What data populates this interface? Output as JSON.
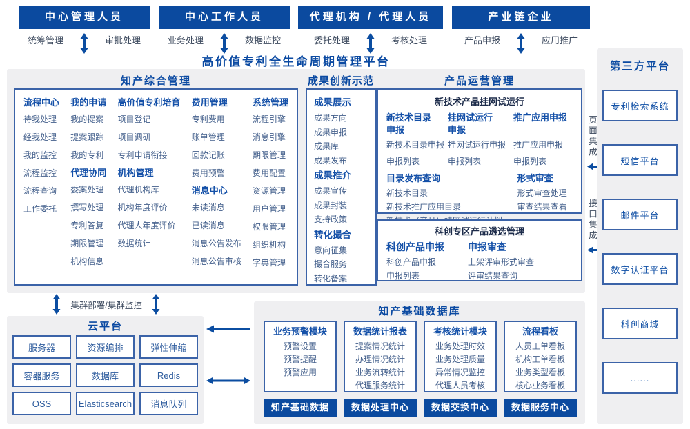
{
  "platform_title": "高价值专利全生命周期管理平台",
  "actors": [
    {
      "name": "中心管理人员",
      "duty_left": "统筹管理",
      "duty_right": "审批处理"
    },
    {
      "name": "中心工作人员",
      "duty_left": "业务处理",
      "duty_right": "数据监控"
    },
    {
      "name": "代理机构 / 代理人员",
      "duty_left": "委托处理",
      "duty_right": "考核处理"
    },
    {
      "name": "产业链企业",
      "duty_left": "产品申报",
      "duty_right": "应用推广"
    }
  ],
  "ip_management": {
    "title": "知产综合管理",
    "columns": [
      {
        "groups": [
          {
            "title": "流程中心",
            "items": [
              "待我处理",
              "经我处理",
              "我的监控",
              "流程监控",
              "流程查询",
              "工作委托"
            ]
          }
        ]
      },
      {
        "groups": [
          {
            "title": "我的申请",
            "items": [
              "我的提案",
              "提案跟踪",
              "我的专利"
            ]
          },
          {
            "title": "代理协同",
            "items": [
              "委案处理",
              "撰写处理",
              "专利答复",
              "期限管理",
              "机构信息"
            ]
          }
        ]
      },
      {
        "groups": [
          {
            "title": "高价值专利培育",
            "items": [
              "项目登记",
              "项目调研",
              "专利申请衔接"
            ]
          },
          {
            "title": "机构管理",
            "items": [
              "代理机构库",
              "机构年度评价",
              "代理人年度评价",
              "数据统计"
            ]
          }
        ]
      },
      {
        "groups": [
          {
            "title": "费用管理",
            "items": [
              "专利费用",
              "账单管理",
              "回款记账",
              "费用预警"
            ]
          },
          {
            "title": "消息中心",
            "items": [
              "未读消息",
              "已读消息",
              "消息公告发布",
              "消息公告审核"
            ]
          }
        ]
      },
      {
        "groups": [
          {
            "title": "系统管理",
            "items": [
              "流程引擎",
              "消息引擎",
              "期限管理",
              "费用配置",
              "资源管理",
              "用户管理",
              "权限管理",
              "组织机构",
              "字典管理"
            ]
          }
        ]
      }
    ]
  },
  "achievement": {
    "title": "成果创新示范",
    "groups": [
      {
        "title": "成果展示",
        "items": [
          "成果方向",
          "成果申报",
          "成果库",
          "成果发布"
        ]
      },
      {
        "title": "成果推介",
        "items": [
          "成果宣传",
          "成果封装",
          "支持政策"
        ]
      },
      {
        "title": "转化撮合",
        "items": [
          "意向征集",
          "撮合服务",
          "转化备案"
        ]
      }
    ]
  },
  "product_ops": {
    "title": "产品运营管理",
    "trial": {
      "title": "新技术产品挂网试运行",
      "columns": [
        {
          "title": "新技术目录申报",
          "items": [
            "新技术目录申报",
            "申报列表"
          ]
        },
        {
          "title": "挂网试运行申报",
          "items": [
            "挂网试运行申报",
            "申报列表"
          ]
        },
        {
          "title": "推广应用申报",
          "items": [
            "推广应用申报",
            "申报列表"
          ]
        }
      ],
      "catalog": {
        "title": "目录发布查询",
        "items": [
          "新技术目录",
          "新技术推广应用目录",
          "新技术（产品）挂网试运行计划"
        ]
      },
      "review": {
        "title": "形式审查",
        "items": [
          "形式审查处理",
          "审查结果查看"
        ]
      }
    },
    "selection": {
      "title": "科创专区产品遴选管理",
      "columns": [
        {
          "title": "科创产品申报",
          "items": [
            "科创产品申报",
            "申报列表"
          ]
        },
        {
          "title": "申报审查",
          "items": [
            "上架评审形式审查",
            "评审结果查询"
          ]
        }
      ]
    }
  },
  "cluster_label": "集群部署/集群监控",
  "cloud": {
    "title": "云平台",
    "services": [
      "服务器",
      "资源编排",
      "弹性伸缩",
      "容器服务",
      "数据库",
      "Redis",
      "OSS",
      "Elasticsearch",
      "消息队列"
    ]
  },
  "ip_database": {
    "title": "知产基础数据库",
    "modules": [
      {
        "title": "业务预警模块",
        "items": [
          "预警设置",
          "预警提醒",
          "预警应用"
        ],
        "footer": "知产基础数据"
      },
      {
        "title": "数据统计报表",
        "items": [
          "提案情况统计",
          "办理情况统计",
          "业务流转统计",
          "代理服务统计"
        ],
        "footer": "数据处理中心"
      },
      {
        "title": "考核统计模块",
        "items": [
          "业务处理时效",
          "业务处理质量",
          "异常情况监控",
          "代理人员考核"
        ],
        "footer": "数据交换中心"
      },
      {
        "title": "流程看板",
        "items": [
          "人员工单看板",
          "机构工单看板",
          "业务类型看板",
          "核心业务看板"
        ],
        "footer": "数据服务中心"
      }
    ]
  },
  "third_party": {
    "title": "第三方平台",
    "platforms": [
      "专利检索系统",
      "短信平台",
      "邮件平台",
      "数字认证平台",
      "科创商城",
      "......"
    ]
  },
  "integration": {
    "page": "页面集成",
    "api": "接口集成"
  },
  "colors": {
    "primary": "#0b4a9f",
    "accent": "#0b4aa2",
    "panel": "#efeff1",
    "box_border": "#3b63a8",
    "item_text": "#44608c",
    "arrow": "#0b4da1"
  }
}
